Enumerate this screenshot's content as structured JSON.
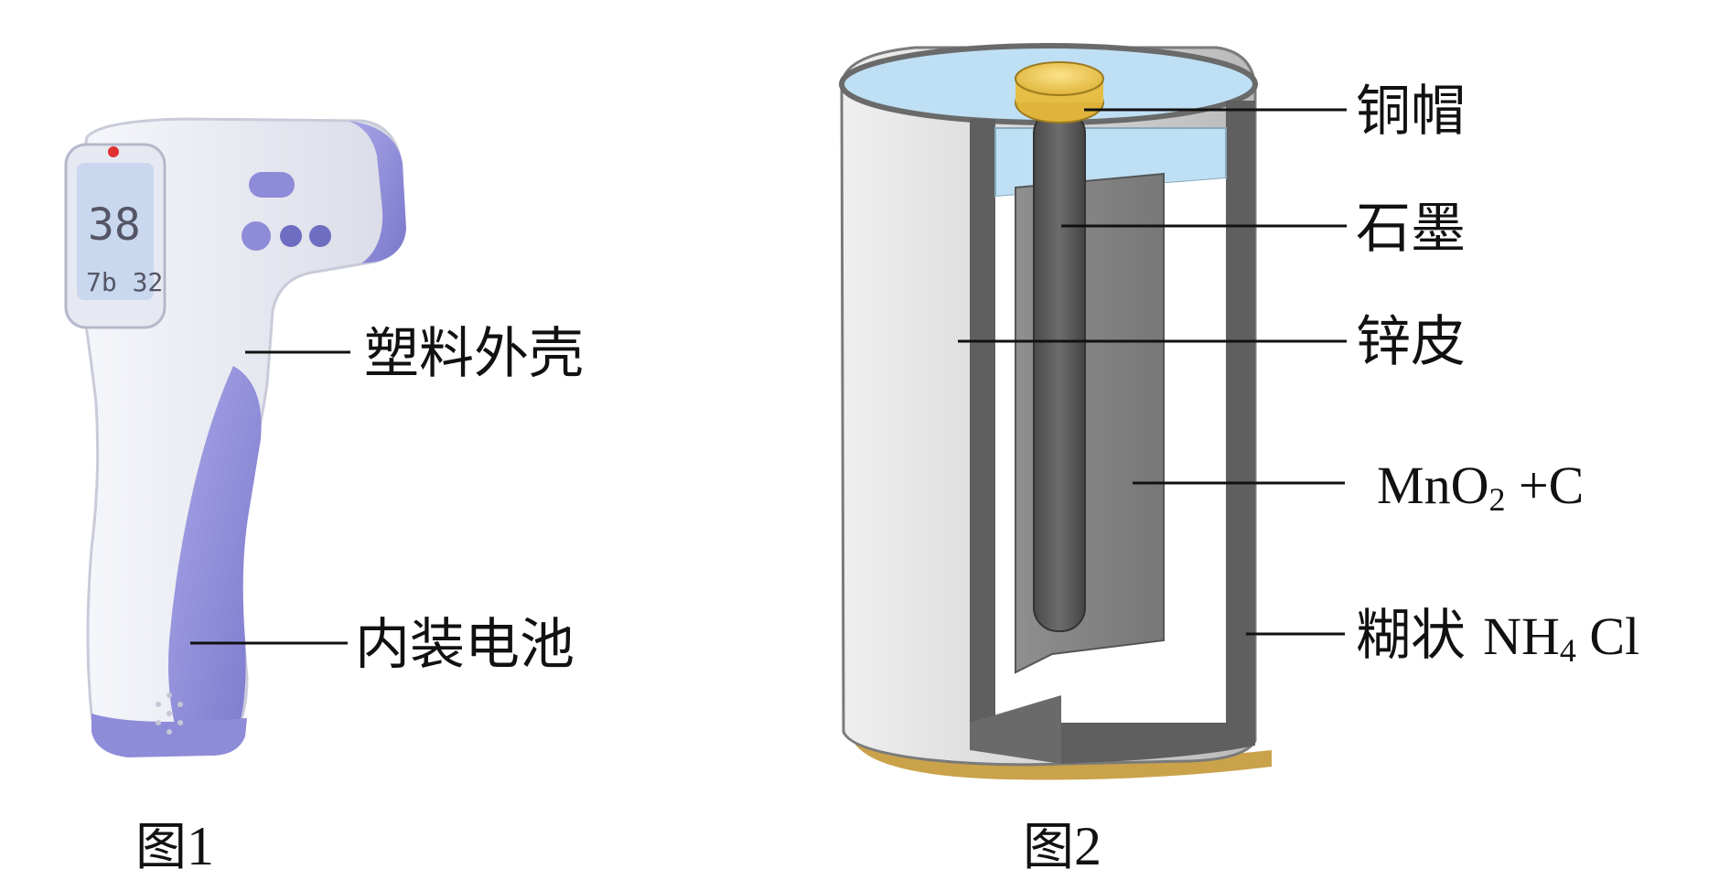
{
  "figure1": {
    "caption_text": "图",
    "caption_num": "1",
    "labels": {
      "shell": "塑料外壳",
      "battery": "内装电池"
    }
  },
  "figure2": {
    "caption_text": "图",
    "caption_num": "2",
    "labels": {
      "copper_cap": "铜帽",
      "graphite": "石墨",
      "zinc": "锌皮",
      "mno2_pre": "MnO",
      "mno2_sub": "2",
      "mno2_post": " +C",
      "nh4cl_cn": "糊状 ",
      "nh4cl_pre": "NH",
      "nh4cl_sub": "4",
      "nh4cl_post": " Cl"
    }
  },
  "colors": {
    "thermometer_body": "#eceef5",
    "thermometer_accent": "#8e8cd8",
    "battery_shell": "#d9d9d9",
    "battery_dark": "#5f5f5f",
    "copper_cap": "#f2c84b",
    "electrolyte_top": "#bfe0f4",
    "base_ring": "#c9a24a"
  }
}
